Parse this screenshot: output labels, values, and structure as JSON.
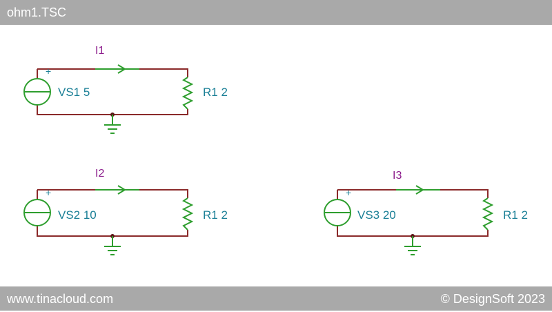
{
  "window": {
    "title": "ohm1.TSC"
  },
  "footer": {
    "website": "www.tinacloud.com",
    "copyright": "© DesignSoft 2023"
  },
  "colors": {
    "bar": "#a9a9a9",
    "wire": "#8b2a2a",
    "component": "#2e9e2e",
    "label": "#1a7f96",
    "current": "#8b1a8b",
    "node": "#5a1515"
  },
  "circuits": [
    {
      "current_label": "I1",
      "source_label": "VS1 5",
      "resistor_label": "R1 2",
      "polarity": "+"
    },
    {
      "current_label": "I2",
      "source_label": "VS2 10",
      "resistor_label": "R1 2",
      "polarity": "+"
    },
    {
      "current_label": "I3",
      "source_label": "VS3 20",
      "resistor_label": "R1 2",
      "polarity": "+"
    }
  ]
}
